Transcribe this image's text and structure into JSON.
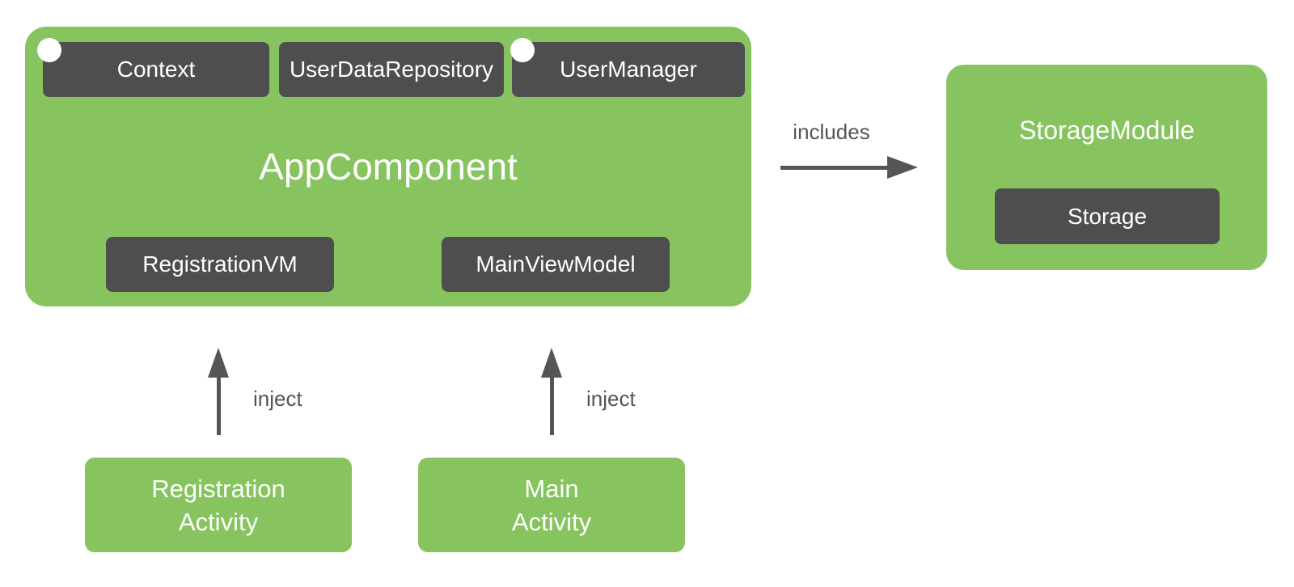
{
  "colors": {
    "green": "#87C45F",
    "dark": "#4E4E4E",
    "arrow": "#555555",
    "circle": "#FFFFFF"
  },
  "app_component": {
    "title": "AppComponent",
    "dependencies": [
      {
        "label": "Context"
      },
      {
        "label": "UserDataRepository"
      },
      {
        "label": "UserManager"
      }
    ],
    "view_models": [
      {
        "label": "RegistrationVM"
      },
      {
        "label": "MainViewModel"
      }
    ]
  },
  "storage_module": {
    "title": "StorageModule",
    "items": [
      {
        "label": "Storage"
      }
    ]
  },
  "relations": {
    "includes": {
      "label": "includes"
    },
    "injects": [
      {
        "label": "inject"
      },
      {
        "label": "inject"
      }
    ]
  },
  "activities": [
    {
      "label": "Registration\nActivity"
    },
    {
      "label": "Main\nActivity"
    }
  ]
}
